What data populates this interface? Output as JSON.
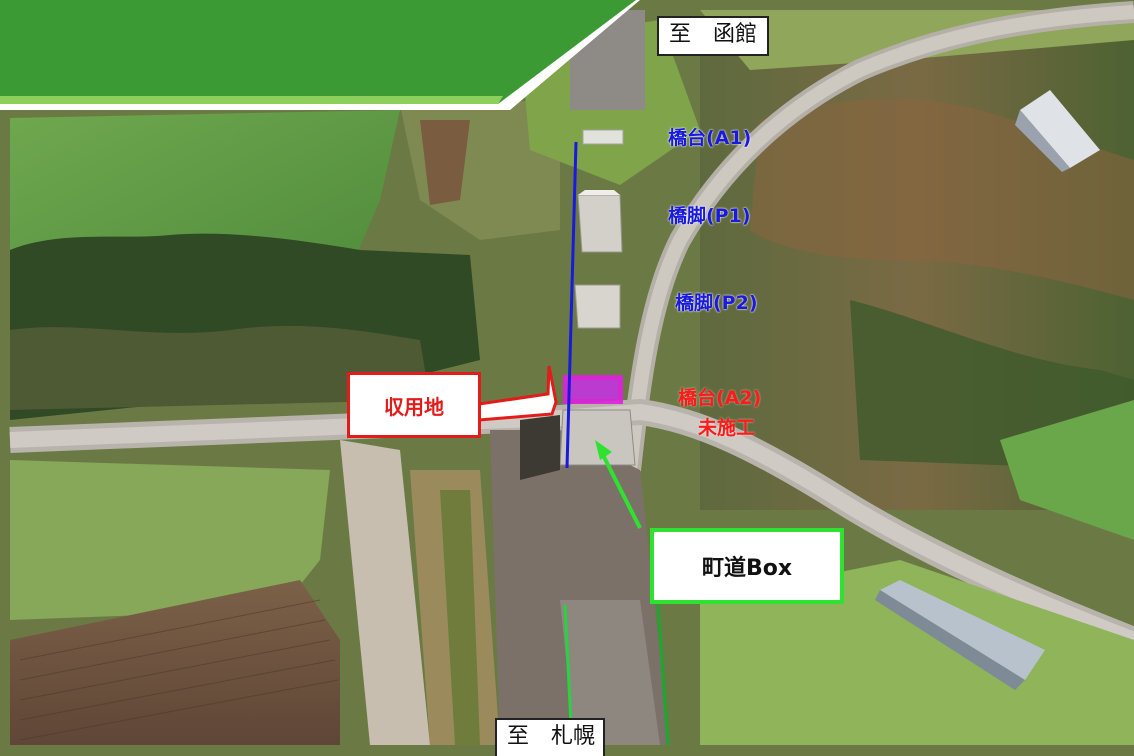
{
  "signs": {
    "north": "至　函館",
    "south": "至　札幌"
  },
  "structures": {
    "abutment_a1": "橋台(A1)",
    "pier_p1": "橋脚(P1)",
    "pier_p2": "橋脚(P2)",
    "abutment_a2": "橋台(A2)",
    "abutment_a2_status": "未施工"
  },
  "callouts": {
    "expropriated_land": "収用地",
    "town_road_box": "町道Box"
  },
  "colors": {
    "header_green": "#3c9a34",
    "label_blue": "#1a1adc",
    "label_red": "#ff1a1a",
    "callout_red_border": "#e21b1b",
    "callout_green_border": "#2fe22f",
    "land_highlight": "#e020e0"
  }
}
